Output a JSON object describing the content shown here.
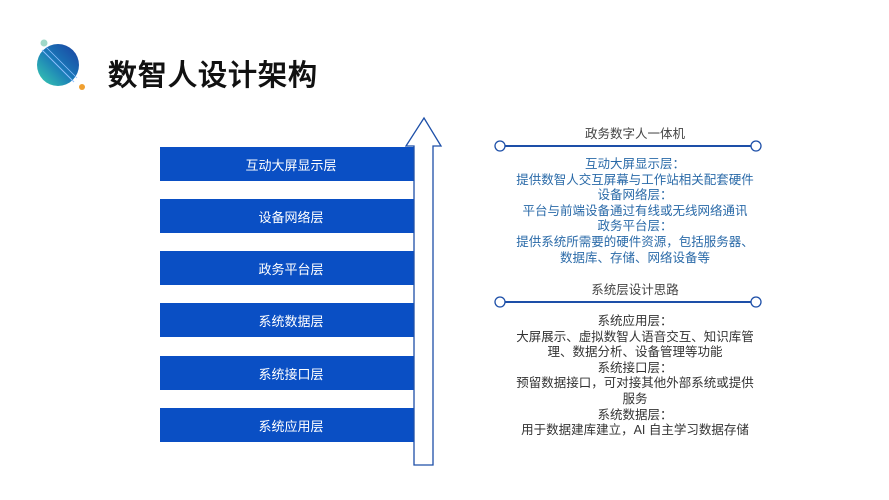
{
  "title": "数智人设计架构",
  "colors": {
    "bar": "#0a4fc4",
    "line": "#1d4fa8"
  },
  "layers": [
    "互动大屏显示层",
    "设备网络层",
    "政务平台层",
    "系统数据层",
    "系统接口层",
    "系统应用层"
  ],
  "sections": [
    {
      "title": "政务数字人一体机",
      "lines": [
        "互动大屏显示层：",
        "提供数智人交互屏幕与工作站相关配套硬件",
        "设备网络层：",
        "平台与前端设备通过有线或无线网络通讯",
        "政务平台层：",
        "提供系统所需要的硬件资源，包括服务器、",
        "数据库、存储、网络设备等"
      ]
    },
    {
      "title": "系统层设计思路",
      "lines": [
        "系统应用层：",
        "大屏展示、虚拟数智人语音交互、知识库管",
        "理、数据分析、设备管理等功能",
        "系统接口层：",
        "预留数据接口，可对接其他外部系统或提供",
        "服务",
        "系统数据层：",
        "用于数据建库建立，AI 自主学习数据存储"
      ]
    }
  ]
}
